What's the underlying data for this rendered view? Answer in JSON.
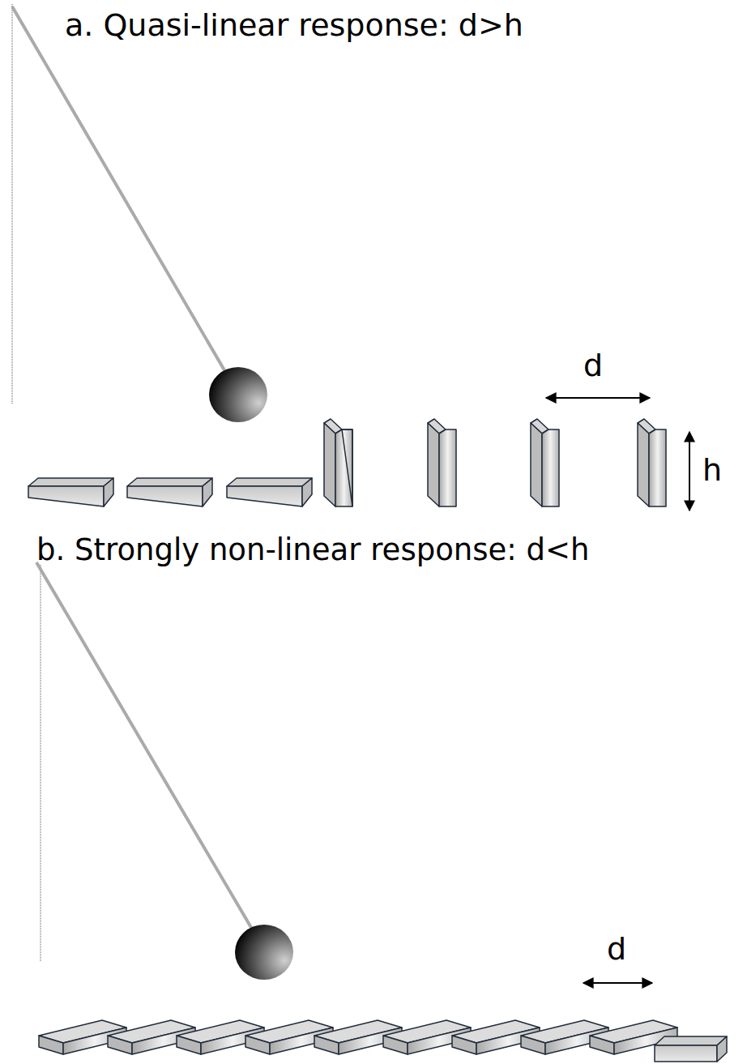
{
  "diagram": {
    "labels": [
      "a. Quasi-linear response: d>h",
      "d",
      "h",
      "b. Strongly non-linear response: d<h",
      "d"
    ]
  }
}
